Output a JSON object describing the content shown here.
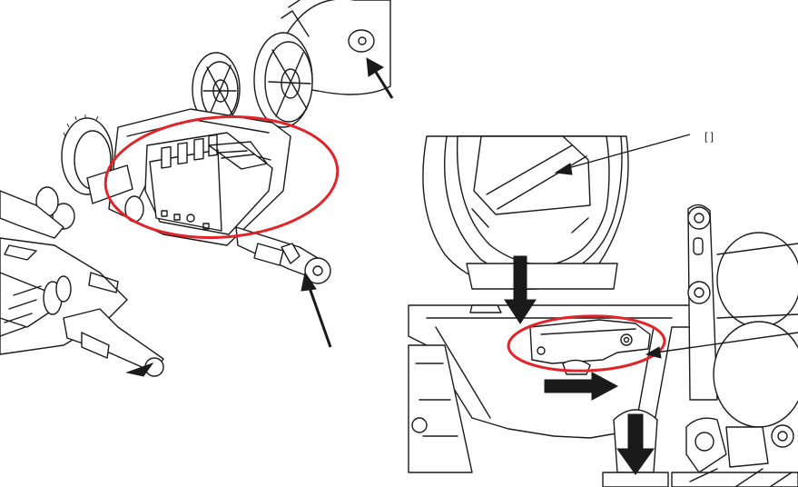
{
  "colors": {
    "line": "#1a1a1a",
    "highlight": "#e0242a",
    "background": "#ffffff",
    "arrow": "#1a1a1a"
  },
  "left_panel": {
    "highlight_region": "bracket-assembly",
    "callouts": [
      "gear-arrow",
      "shaft-arrow"
    ]
  },
  "right_panel": {
    "callout_label": "[ ]",
    "highlight_region": "lever-plate",
    "movement_arrows": [
      "down",
      "right",
      "down"
    ]
  }
}
